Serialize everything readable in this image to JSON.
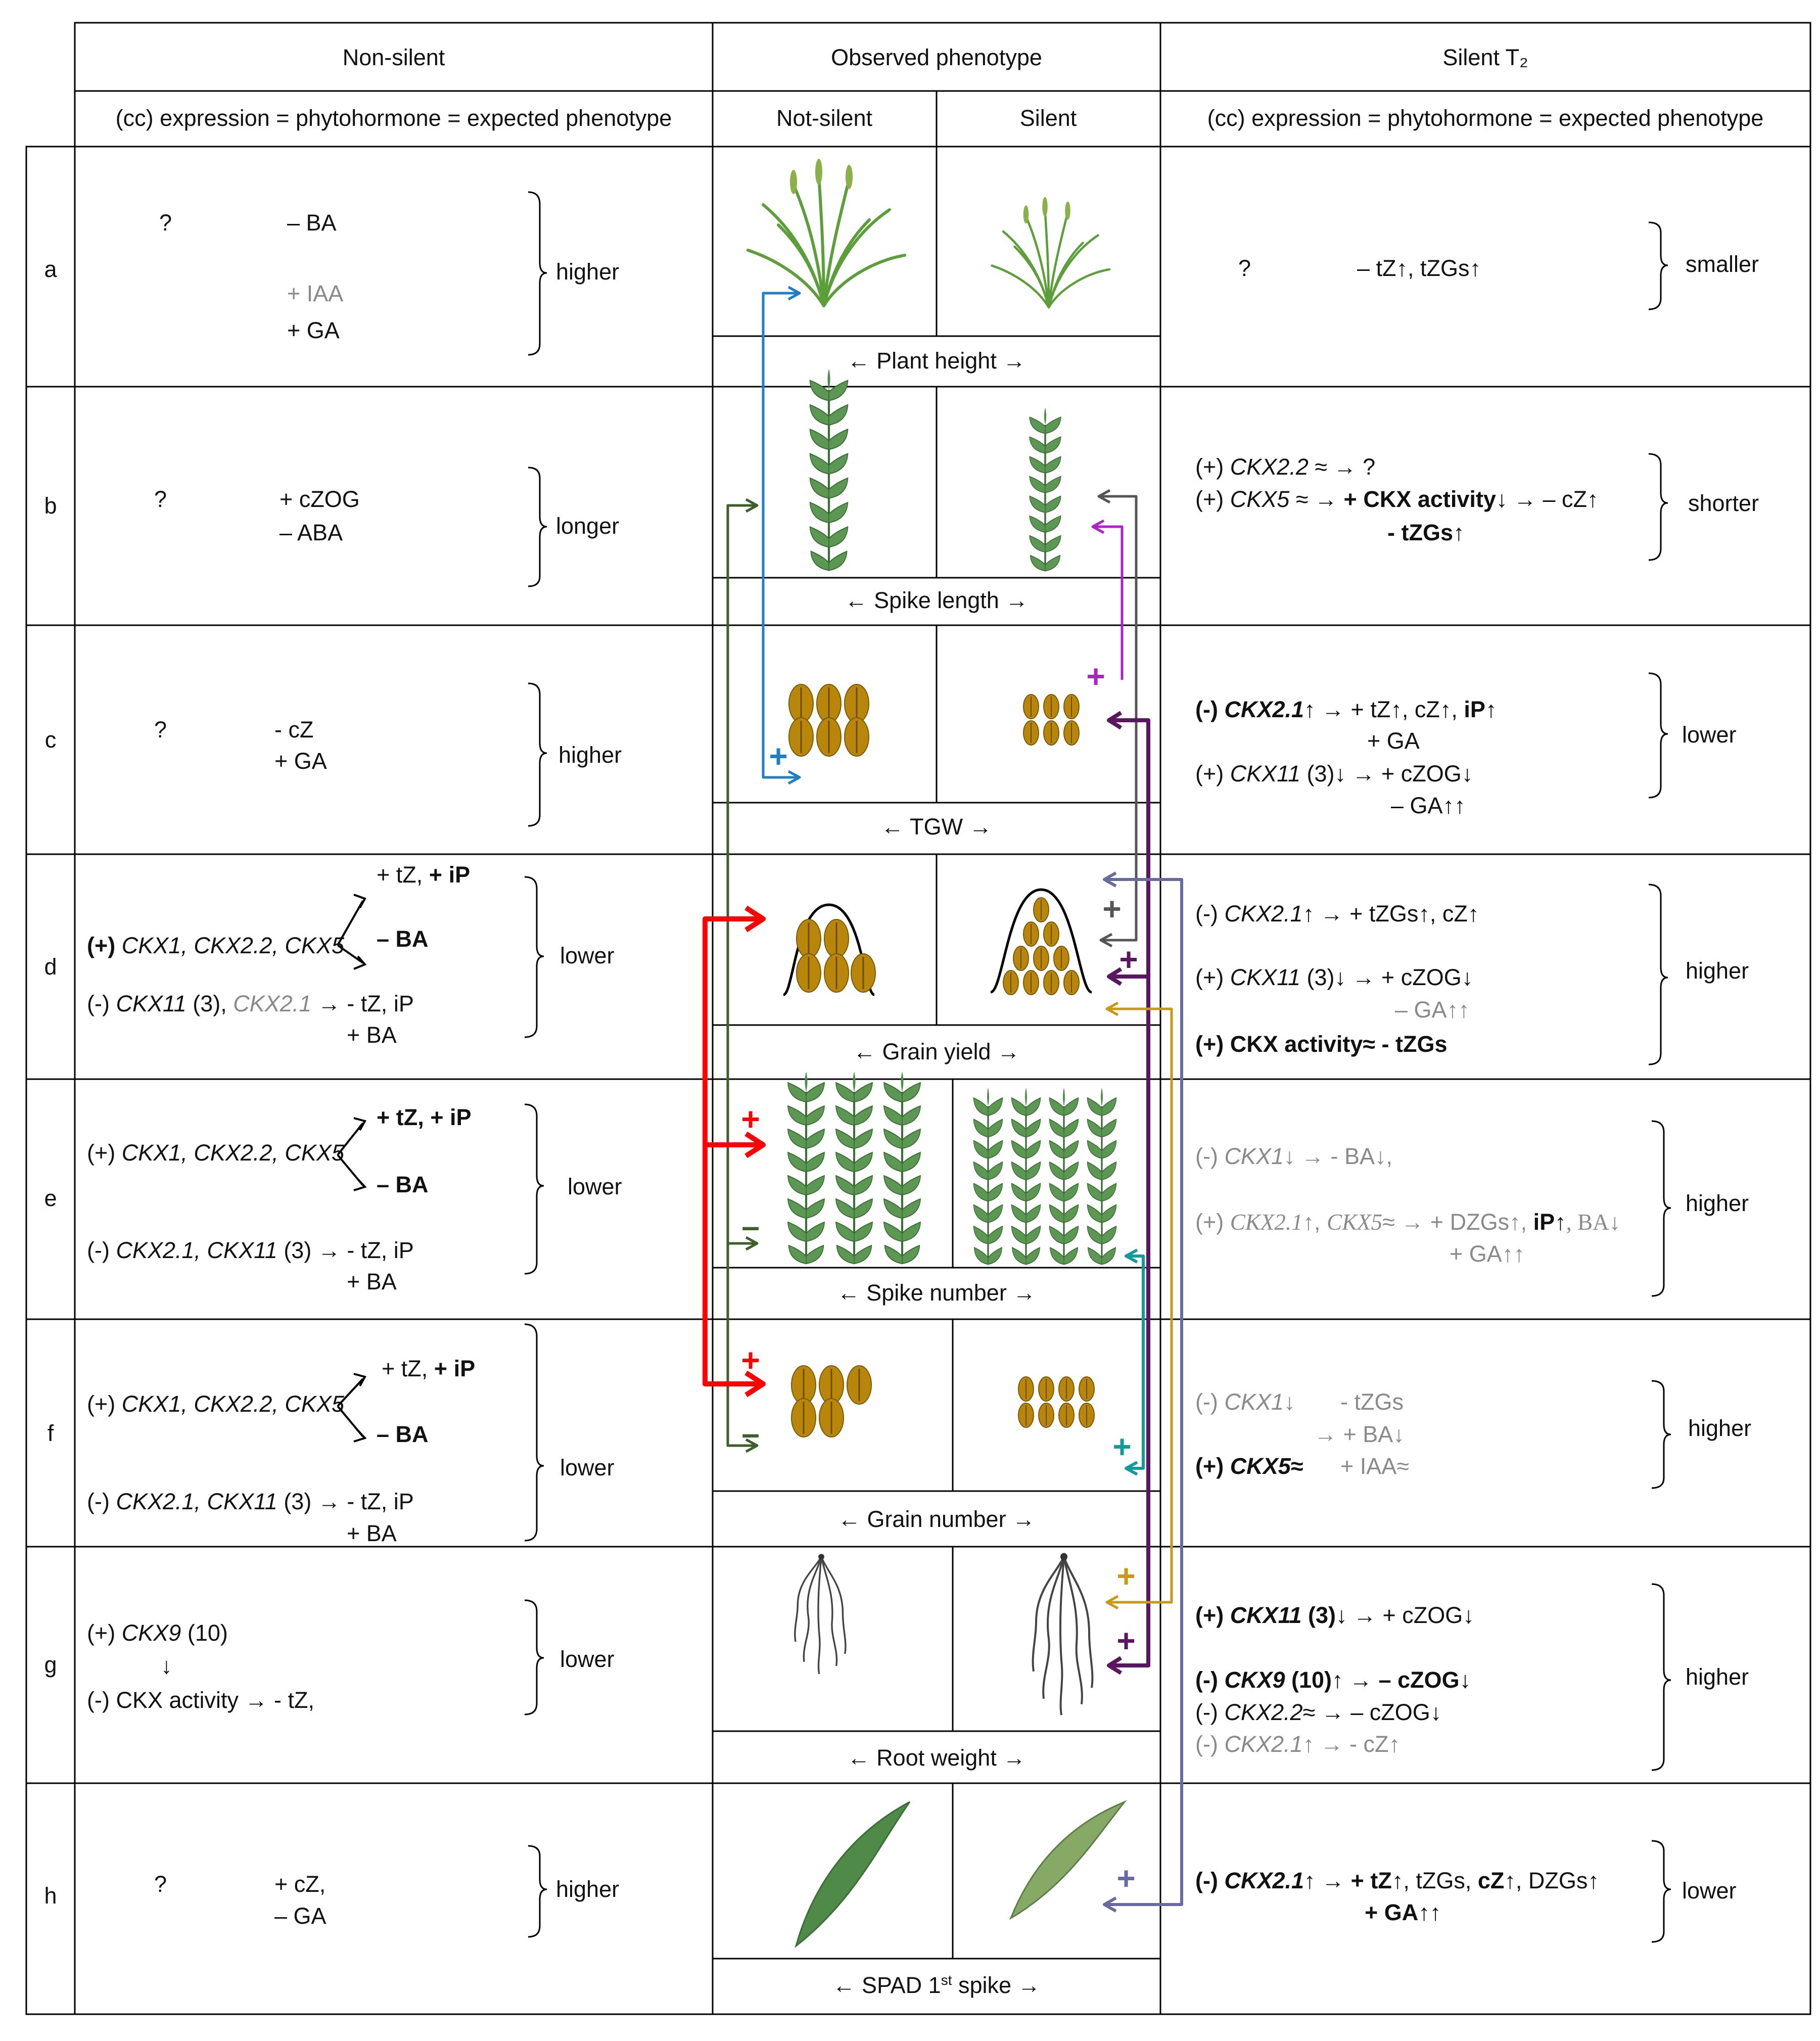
{
  "header": {
    "col_non_silent": "Non-silent",
    "col_observed": "Observed phenotype",
    "col_silent_t2": "Silent T₂",
    "subhead_left": "(cc) expression = phytohormone = expected phenotype",
    "subhead_not_silent": "Not-silent",
    "subhead_silent": "Silent",
    "subhead_right": "(cc) expression = phytohormone = expected phenotype"
  },
  "row_labels": [
    "a",
    "b",
    "c",
    "d",
    "e",
    "f",
    "g",
    "h"
  ],
  "rows": {
    "a": {
      "left": {
        "q": "?",
        "l1": "– BA",
        "l2": "+ IAA",
        "l3": "+ GA",
        "result": "higher"
      },
      "phenotype": "← Plant height →",
      "right": {
        "q": "?",
        "l1": "– tZ↑, tZGs↑",
        "result": "smaller"
      }
    },
    "b": {
      "left": {
        "q": "?",
        "l1": "+ cZOG",
        "l2": "– ABA",
        "result": "longer"
      },
      "phenotype": "← Spike length →",
      "right": {
        "r1_pre": "(+) ",
        "r1_gene": "CKX2.2",
        "r1_post": " ≈ →  ?",
        "r2_pre": "(+) ",
        "r2_gene": "CKX5",
        "r2_mid": " ≈ → ",
        "r2_bold": "+ CKX activity",
        "r2_post": "↓ →  – cZ↑",
        "r3": "- tZGs↑",
        "result": "shorter"
      }
    },
    "c": {
      "left": {
        "q": "?",
        "l1": "- cZ",
        "l2": "+ GA",
        "result": "higher"
      },
      "phenotype": "← TGW →",
      "right": {
        "r1_bold": "(-) ",
        "r1_gene": "CKX2.1",
        "r1_post": "↑ →  + tZ↑, cZ↑, ",
        "r1_bold2": "iP↑",
        "r2": "+ GA",
        "r3_pre": "(+) ",
        "r3_gene": "CKX11",
        "r3_post": " (3)↓ →  + cZOG↓",
        "r4": "– GA↑↑",
        "result": "lower"
      }
    },
    "d": {
      "left": {
        "l1_bold": "(+) ",
        "l1_genes": "CKX1, CKX2.2, CKX5",
        "up": "+ tZ, ",
        "up_bold": "+ iP",
        "down": "– BA",
        "l3_pre": "(-) ",
        "l3_gene": "CKX11",
        "l3_mid": " (3), ",
        "l3_grey": "CKX2.1",
        "l3_post": " → - tZ, iP",
        "l4": "+ BA",
        "result": "lower"
      },
      "phenotype": "← Grain yield →",
      "right": {
        "r1_pre": "(-) ",
        "r1_gene": "CKX2.1",
        "r1_post": "↑ →  + tZGs↑, cZ↑",
        "r2_pre": "(+) ",
        "r2_gene": "CKX11",
        "r2_post": " (3)↓ →  + cZOG↓",
        "r3": "– GA↑↑",
        "r4": "(+) CKX activity≈ - tZGs",
        "result": "higher"
      }
    },
    "e": {
      "left": {
        "l1_pre": "(+) ",
        "l1_genes": "CKX1, CKX2.2, CKX5",
        "up": "+ tZ, + iP",
        "down": "– BA",
        "l3_pre": "(-) ",
        "l3_genes": "CKX2.1, CKX11",
        "l3_post": " (3) → - tZ, iP",
        "l4": "+ BA",
        "result": "lower"
      },
      "phenotype": "← Spike number →",
      "right": {
        "r1_pre": "(-) ",
        "r1_gene": "CKX1",
        "r1_post": "↓ →  - BA↓,",
        "r2_pre": "(+) ",
        "r2_gene": "CKX2.1",
        "r2_a": "↑, ",
        "r2_gene2": "CKX5",
        "r2_b": "≈ →  + DZGs↑, ",
        "r2_bold": "iP↑",
        "r2_c": ", BA↓",
        "r3": "+ GA↑↑",
        "result": "higher"
      }
    },
    "f": {
      "left": {
        "l1_pre": "(+) ",
        "l1_genes": "CKX1, CKX2.2, CKX5",
        "up": "+ tZ, ",
        "up_bold": "+ iP",
        "down": "– BA",
        "l3_pre": "(-) ",
        "l3_genes": "CKX2.1, CKX11",
        "l3_post": " (3) → - tZ, iP",
        "l4": "+ BA",
        "result": "lower"
      },
      "phenotype": "← Grain number →",
      "right": {
        "r1_pre": "(-) ",
        "r1_gene": "CKX1",
        "r1_post": "↓",
        "r1_tail": "- tZGs",
        "r2": "→ + BA↓",
        "r3_pre": "(+) ",
        "r3_gene": "CKX5",
        "r3_post": "≈",
        "r3_tail": "+ IAA≈",
        "result": "higher"
      }
    },
    "g": {
      "left": {
        "l1_pre": "(+) ",
        "l1_gene": "CKX9",
        "l1_post": " (10)",
        "arrow": "↓",
        "l3": "(-) CKX activity →  - tZ,",
        "result": "lower"
      },
      "phenotype": "← Root weight →",
      "right": {
        "r1_bold": "(+) ",
        "r1_gene": "CKX11",
        "r1_bold2": " (3)",
        "r1_post": "↓ →  + cZOG↓",
        "r2_bold": "(-) ",
        "r2_gene": "CKX9",
        "r2_bold2": " (10)",
        "r2_post": "↑ → ",
        "r2_bold3": " – cZOG↓",
        "r3_pre": "(-) ",
        "r3_gene": "CKX2.2",
        "r3_post": "≈ →  – cZOG↓",
        "r4_pre": "(-) ",
        "r4_gene": "CKX2.1",
        "r4_post": "↑ →  - cZ↑",
        "result": "higher"
      }
    },
    "h": {
      "left": {
        "q": "?",
        "l1": "+ cZ,",
        "l2": "– GA",
        "result": "higher"
      },
      "phenotype_pre": "← SPAD 1",
      "phenotype_sup": "st",
      "phenotype_post": " spike →",
      "right": {
        "r1_bold": "(-) ",
        "r1_gene": "CKX2.1",
        "r1_post": "↑ →  ",
        "r1_b2": "+ tZ↑",
        "r1_m": ", tZGs, ",
        "r1_b3": "cZ↑",
        "r1_e": ", DZGs↑",
        "r2": "+ GA↑↑",
        "result": "lower"
      }
    }
  },
  "plus_sign": "+",
  "minus_sign": "–",
  "colors": {
    "red": "#ff0000",
    "blue": "#1f7fc6",
    "dark_green": "#3e5e2a",
    "magenta": "#b020c8",
    "dark_purple": "#5a1660",
    "grey": "#555555",
    "slate": "#6a6aa2",
    "gold": "#c89a14",
    "teal": "#139a9a",
    "grain": "#b8860b",
    "spike_green": "#4f8a48"
  }
}
